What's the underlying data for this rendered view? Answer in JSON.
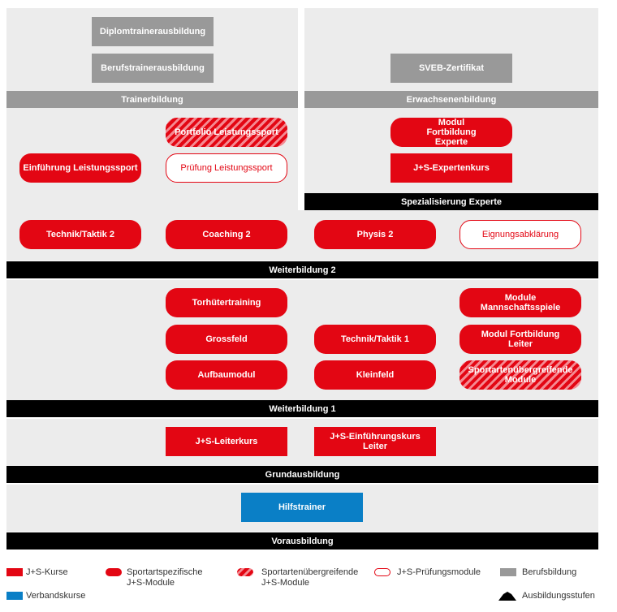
{
  "levels": {
    "trainerbildung": "Trainerbildung",
    "erwachsenenbildung": "Erwachsenenbildung",
    "spezialisierung_experte": "Spezialisierung Experte",
    "weiterbildung2": "Weiterbildung 2",
    "weiterbildung1": "Weiterbildung 1",
    "grundausbildung": "Grundausbildung",
    "vorausbildung": "Vorausbildung"
  },
  "boxes": {
    "diplomtrainer": "Diplomtrainerausbildung",
    "berufstrainer": "Berufstrainerausbildung",
    "sveb": "SVEB-Zertifikat",
    "portfolio": "Portfolio Leistungssport",
    "einfuehrung_leistungssport": "Einführung Leistungssport",
    "pruefung_leistungssport": "Prüfung Leistungssport",
    "modul_fortbildung_experte": "Modul Fortbildung Experte",
    "js_expertenkurs": "J+S-Expertenkurs",
    "technik_taktik_2": "Technik/Taktik 2",
    "coaching_2": "Coaching 2",
    "physis_2": "Physis 2",
    "eignungsabklaerung": "Eignungsabklärung",
    "torhuetertraining": "Torhütertraining",
    "module_mannschaftsspiele": "Module Mannschaftsspiele",
    "grossfeld": "Grossfeld",
    "technik_taktik_1": "Technik/Taktik 1",
    "modul_fortbildung_leiter": "Modul Fortbildung Leiter",
    "aufbaumodul": "Aufbaumodul",
    "kleinfeld": "Kleinfeld",
    "sportartenuebergreifende_module": "Sportartenübergreifende Module",
    "js_leiterkurs": "J+S-Leiterkurs",
    "js_einfuehrungskurs_leiter": "J+S-Einführungskurs Leiter",
    "hilfstrainer": "Hilfstrainer"
  },
  "legend": {
    "js_kurse": "J+S-Kurse",
    "sportartspezifische": "Sportartspezifische J+S-Module",
    "sportartenuebergreifende": "Sportartenübergreifende J+S-Module",
    "js_pruefungsmodule": "J+S-Prüfungsmodule",
    "berufsbildung": "Berufsbildung",
    "verbandskurse": "Verbandskurse",
    "ausbildungsstufen": "Ausbildungsstufen"
  },
  "colors": {
    "red": "#e30613",
    "gray": "#999999",
    "blue": "#0a7fc6",
    "black": "#000000",
    "panel": "#ececec"
  }
}
